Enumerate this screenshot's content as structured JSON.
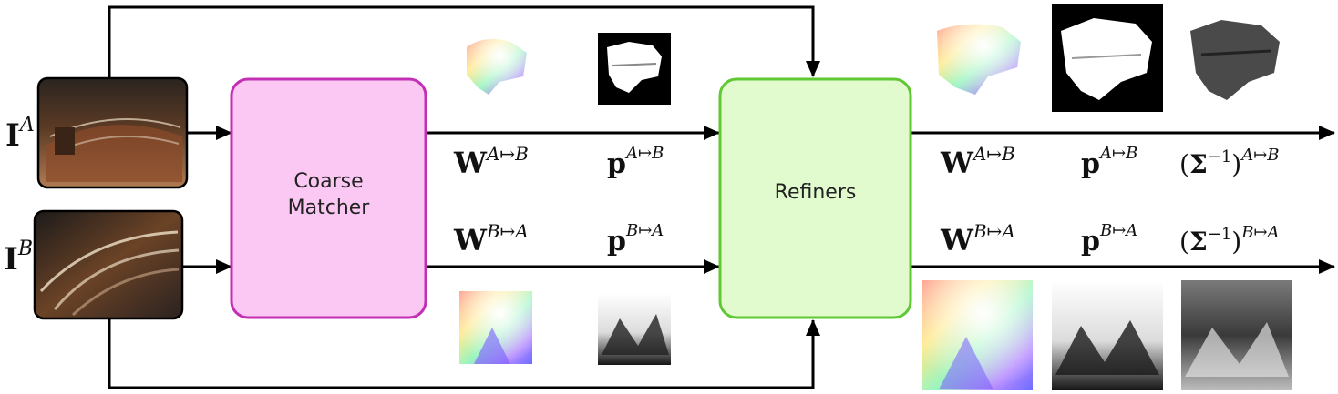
{
  "inputs": {
    "image_a_label": "I",
    "image_a_sup": "A",
    "image_b_label": "I",
    "image_b_sup": "B"
  },
  "coarse_matcher": {
    "line1": "Coarse",
    "line2": "Matcher",
    "color": "#fbc8f3",
    "stroke": "#c32fb4"
  },
  "refiners": {
    "label": "Refiners",
    "color": "#e1fbcf",
    "stroke": "#5fc832"
  },
  "coarse_outputs": {
    "warp_ab": {
      "base": "W",
      "sup": "A↦B"
    },
    "cert_ab": {
      "base": "p",
      "sup": "A↦B"
    },
    "warp_ba": {
      "base": "W",
      "sup": "B↦A"
    },
    "cert_ba": {
      "base": "p",
      "sup": "B↦A"
    }
  },
  "refined_outputs": {
    "warp_ab": {
      "base": "W",
      "sup": "A↦B"
    },
    "cert_ab": {
      "base": "p",
      "sup": "A↦B"
    },
    "prec_ab": {
      "open": "(",
      "base": "Σ",
      "inv": "−1",
      "close": ")",
      "sup": "A↦B"
    },
    "warp_ba": {
      "base": "W",
      "sup": "B↦A"
    },
    "cert_ba": {
      "base": "p",
      "sup": "B↦A"
    },
    "prec_ba": {
      "open": "(",
      "base": "Σ",
      "inv": "−1",
      "close": ")",
      "sup": "B↦A"
    }
  }
}
